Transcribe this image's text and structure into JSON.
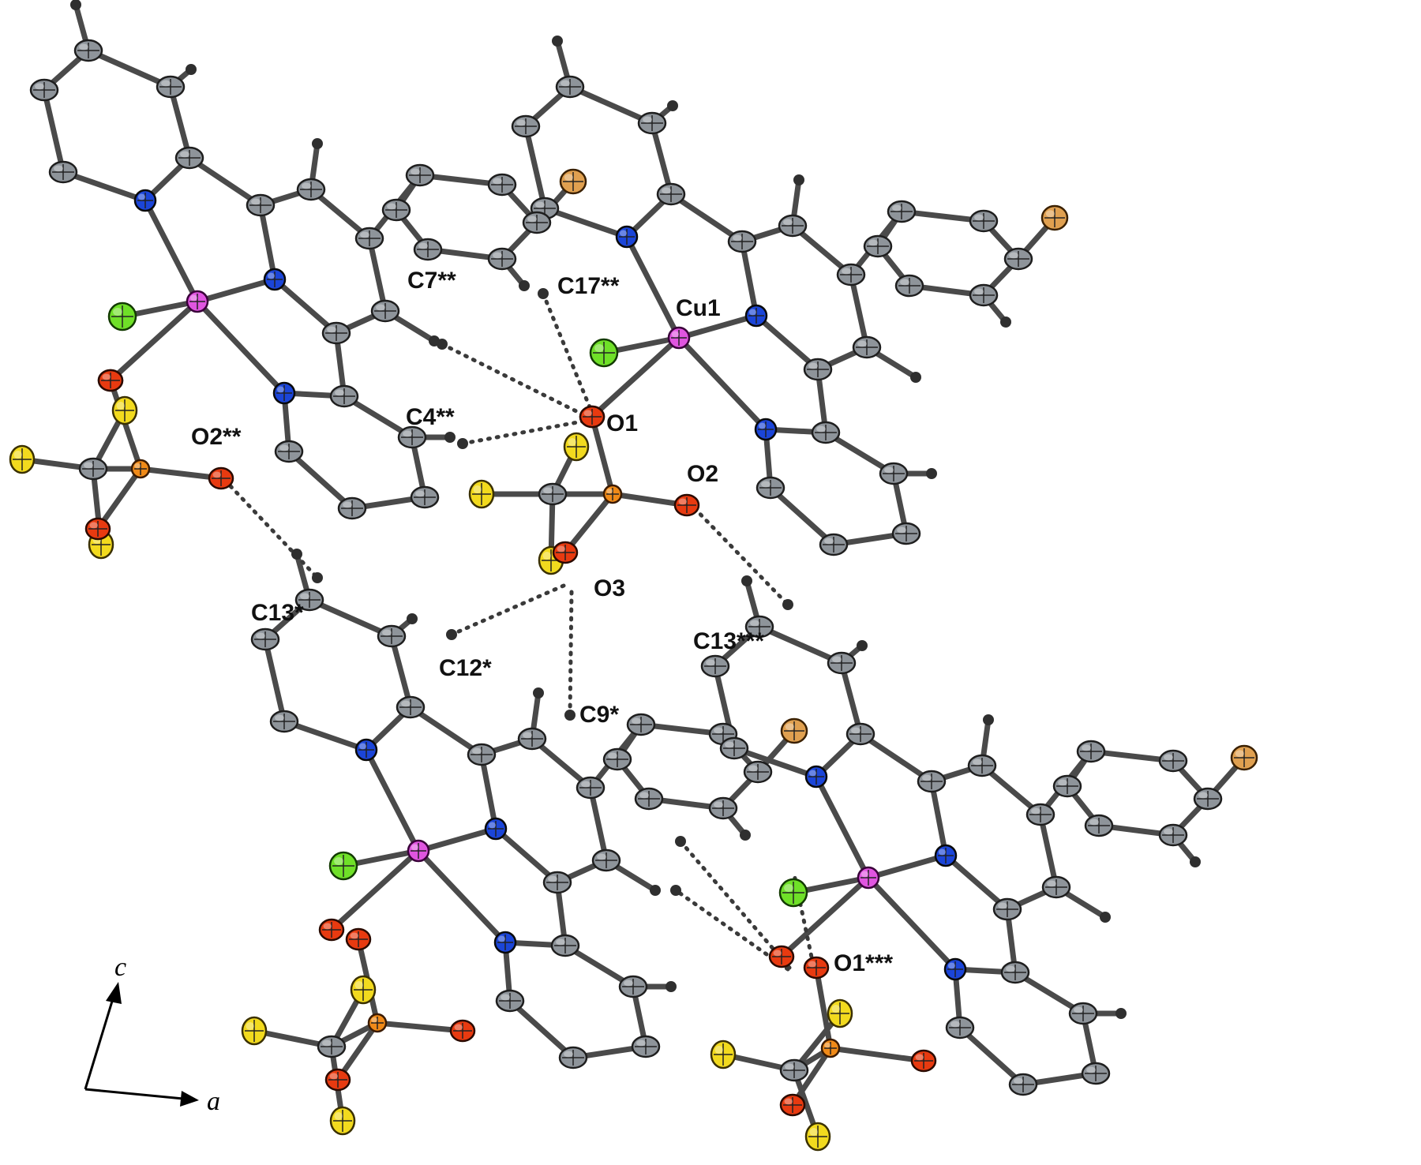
{
  "atom_labels": {
    "c7": "C7**",
    "c17": "C17**",
    "cu1": "Cu1",
    "c4": "C4**",
    "o1": "O1",
    "o2_ss": "O2**",
    "o2": "O2",
    "o3": "O3",
    "c13_s": "C13*",
    "c12_s": "C12*",
    "c13_sss": "C13***",
    "c9_s": "C9*",
    "o1_sss": "O1***"
  },
  "axes": {
    "vertical": "c",
    "horizontal": "a"
  },
  "colors": {
    "carbon": "#8e949a",
    "nitrogen": "#1b45d8",
    "oxygen": "#e83a10",
    "fluorine": "#f2da1e",
    "chlorine": "#6fe028",
    "bromine": "#e0a050",
    "sulfur": "#f08a18",
    "copper": "#e055e0",
    "hydrogen": "#2f2f2f"
  }
}
